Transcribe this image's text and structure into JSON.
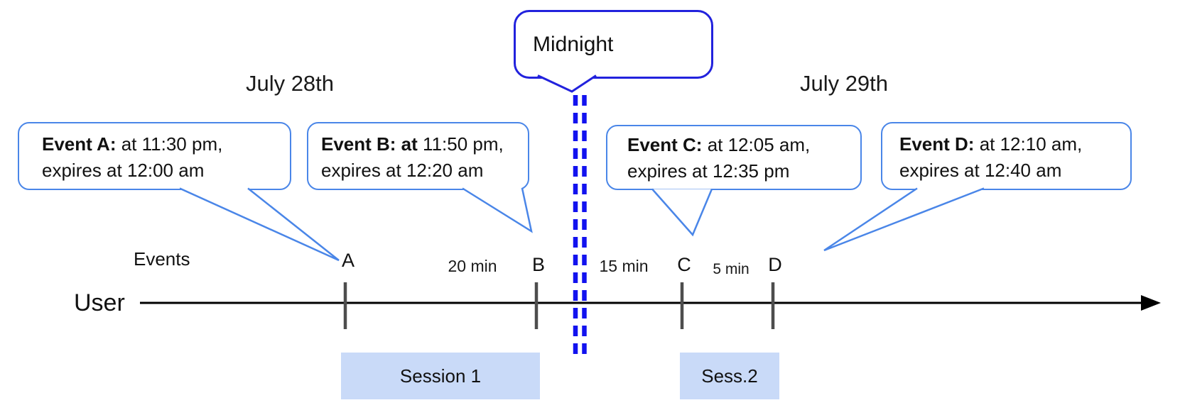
{
  "dates": {
    "left": "July 28th",
    "right": "July 29th"
  },
  "midnight_label": "Midnight",
  "axis": {
    "events_label": "Events",
    "user_label": "User"
  },
  "callouts": [
    {
      "event": "A",
      "bold": "Event A:",
      "text": " at 11:30 pm,",
      "line2": "expires at 12:00 am"
    },
    {
      "event": "B",
      "bold": "Event B: at",
      "text": " 11:50 pm,",
      "line2": "expires at 12:20 am"
    },
    {
      "event": "C",
      "bold": "Event C:",
      "text": " at 12:05 am,",
      "line2": "expires at 12:35 pm"
    },
    {
      "event": "D",
      "bold": "Event D:",
      "text": " at 12:10 am,",
      "line2": "expires at 12:40 am"
    }
  ],
  "timeline": {
    "ticks": [
      {
        "label": "A"
      },
      {
        "label": "B"
      },
      {
        "label": "C"
      },
      {
        "label": "D"
      }
    ],
    "intervals": [
      {
        "label": "20 min"
      },
      {
        "label": "15 min"
      },
      {
        "label": "5 min"
      }
    ]
  },
  "sessions": [
    {
      "label": "Session 1"
    },
    {
      "label": "Sess.2"
    }
  ],
  "colors": {
    "callout_border": "#4a86e8",
    "deep_blue": "#2222dd",
    "dash_blue": "#1212ef",
    "session_fill": "#c9daf8",
    "tick_gray": "#4d4d4d",
    "timeline_black": "#000000"
  }
}
